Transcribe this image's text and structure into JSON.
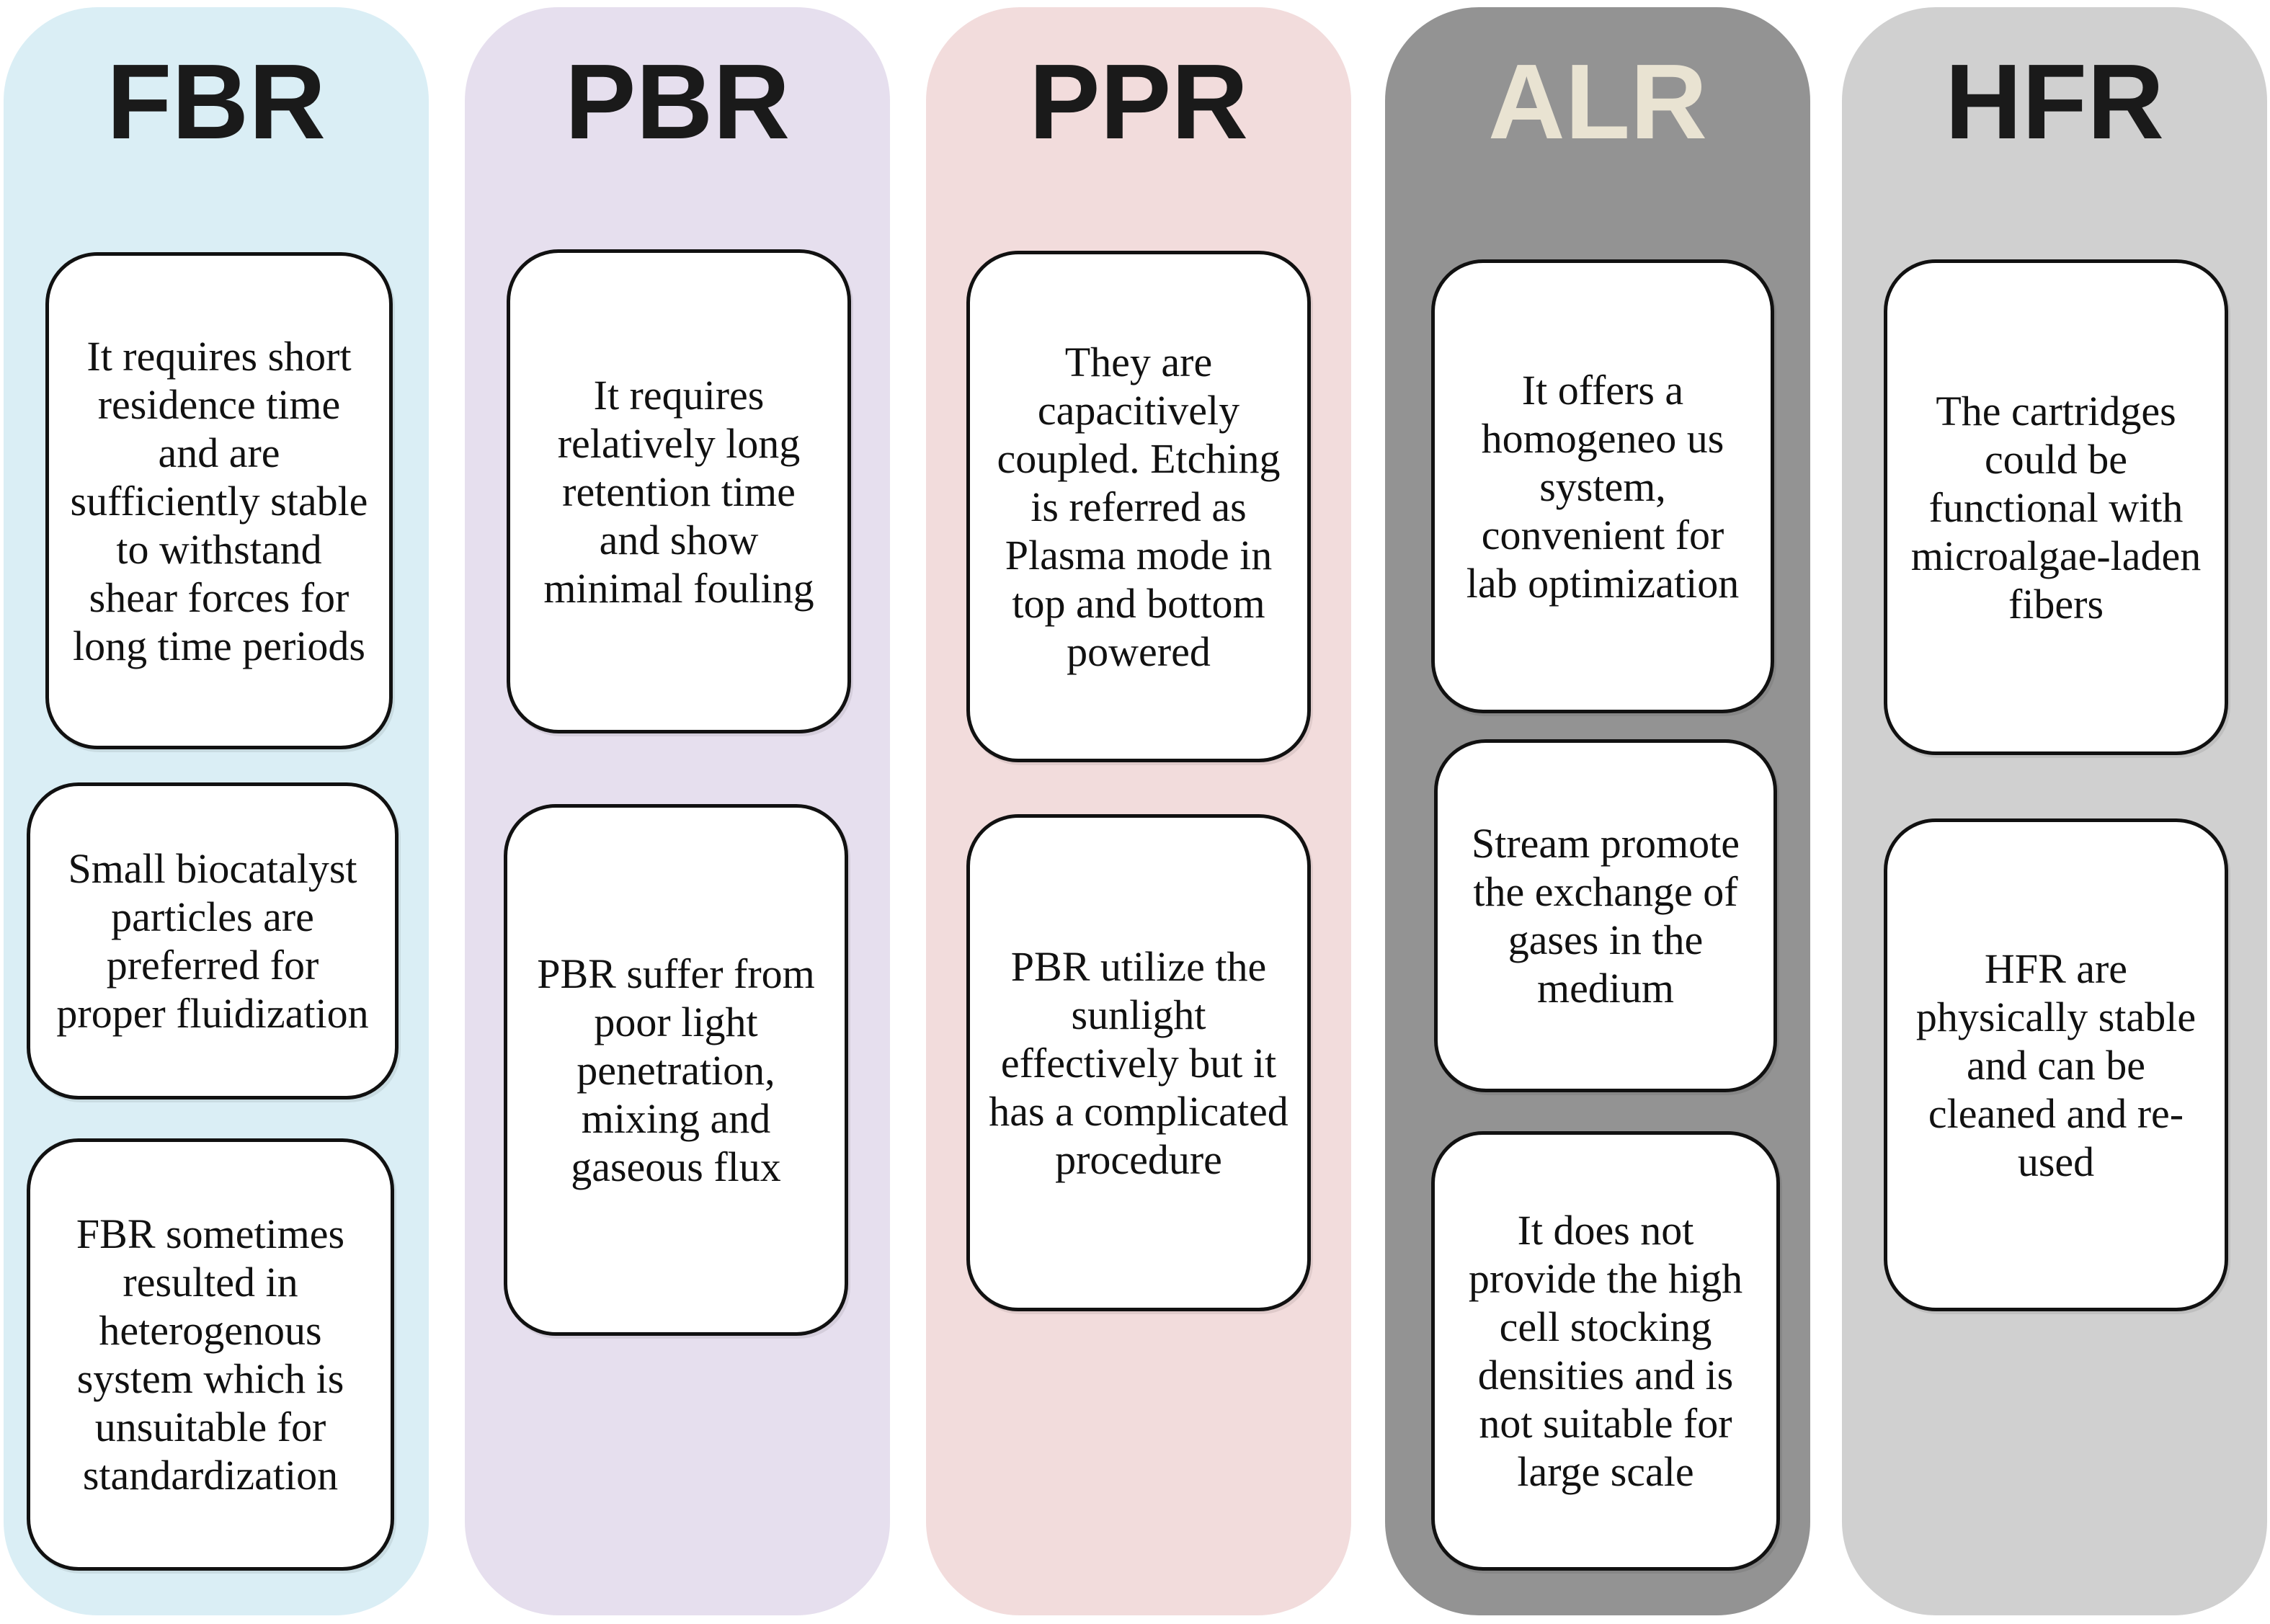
{
  "columns": [
    {
      "title": "FBR",
      "bg": "#daeef5",
      "title_color": "#1a1a1a",
      "cards": [
        "It requires short residence time and are sufficiently stable to withstand shear forces for long time periods",
        "Small biocatalyst particles are preferred for proper fluidization",
        "FBR sometimes resulted in heterogenous system which is unsuitable for standardization"
      ]
    },
    {
      "title": "PBR",
      "bg": "#e6dfee",
      "title_color": "#1a1a1a",
      "cards": [
        "It requires relatively long retention time and show minimal fouling",
        "PBR suffer from poor light penetration, mixing and gaseous flux"
      ]
    },
    {
      "title": "PPR",
      "bg": "#f2dcdc",
      "title_color": "#1a1a1a",
      "cards": [
        "They are capacitively coupled. Etching is referred as Plasma mode in top and bottom powered",
        "PBR utilize the sunlight effectively but it has a complicated procedure"
      ]
    },
    {
      "title": "ALR",
      "bg": "#939393",
      "title_color": "#e9e3d2",
      "cards": [
        "It offers a homogeneo us system, convenient for lab optimization",
        "Stream promote the exchange of gases in the medium",
        "It does not provide the high cell stocking densities and is not suitable for large scale"
      ]
    },
    {
      "title": "HFR",
      "bg": "#d0d0d0",
      "title_color": "#1a1a1a",
      "cards": [
        "The cartridges could be functional with microalgae-laden fibers",
        "HFR are physically stable and can be cleaned and re-used"
      ]
    }
  ]
}
